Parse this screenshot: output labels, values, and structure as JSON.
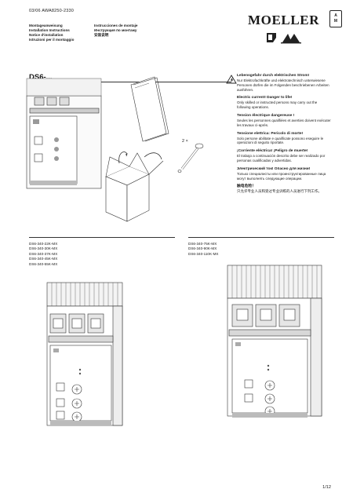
{
  "header": {
    "doc_number": "03/06 AWA8250-2330",
    "titles_left": [
      "Montageanweisung",
      "Installation Instructions",
      "Notice d'installation",
      "Istruzioni per il montaggio"
    ],
    "titles_right": [
      "Instrucciones de montaje",
      "Инструкция по монтажу",
      "安装说明"
    ],
    "brand": "MOELLER",
    "logo_letters": "AM"
  },
  "model": "DS6-...",
  "quantity_label": "2 ×",
  "warnings": [
    {
      "heading": "Lebensgefahr durch elektrischen Strom!",
      "text": "Nur Elektrofachkräfte und elektrotechnisch unterwiesene Personen dürfen die im Folgenden beschriebenen Arbeiten ausführen."
    },
    {
      "heading": "Electric current! Danger to life!",
      "text": "Only skilled or instructed persons may carry out the following operations."
    },
    {
      "heading": "Tension électrique dangereuse !",
      "text": "Seules les personnes qualifiées et averties doivent exécuter les travaux ci-après."
    },
    {
      "heading": "Tensione elettrica: Pericolo di morte!",
      "text": "Solo persone abilitate e qualificate possono eseguire le operazioni di seguito riportate."
    },
    {
      "heading": "¡Corriente eléctrica! ¡Peligro de muerte!",
      "text": "El trabajo a continuación descrito debe ser realizado por personas cualificadas y advertidas."
    },
    {
      "heading": "Электрический ток! Опасно для жизни!",
      "text": "Только специалисты или проинструктированные лица могут выполнять следующие операции."
    },
    {
      "heading": "触电危险！",
      "text": "只允许专业人员和受过专业训练的人员进行下列工作。"
    }
  ],
  "models_left": [
    "DS6-340-22K-MX",
    "DS6-340-30K-MX",
    "DS6-340-37K-MX",
    "DS6-340-45K-MX",
    "DS6-340-55K-MX"
  ],
  "models_right": [
    "DS6-340-75K-MX",
    "DS6-340-90K-MX",
    "DS6-340-110K-MX"
  ],
  "page_number": "1/12"
}
